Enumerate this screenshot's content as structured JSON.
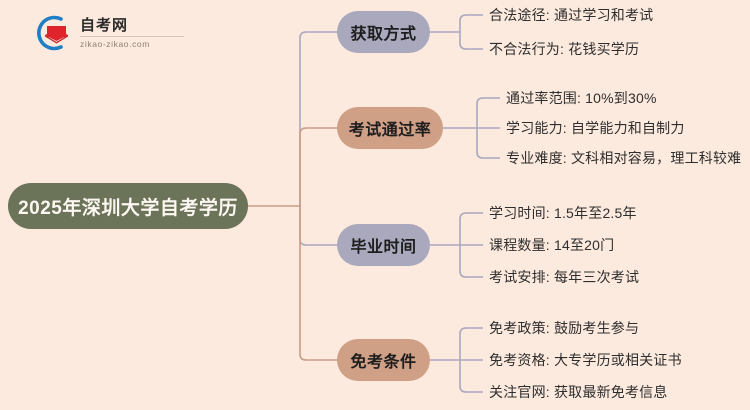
{
  "background_color": "#fdeade",
  "logo": {
    "name_cn": "自考网",
    "url": "zikao-zikao.com",
    "mark_arc_color": "#1f7ec4",
    "mark_cap_color": "#e0242b"
  },
  "mindmap": {
    "root": {
      "label": "2025年深圳大学自考学历",
      "color": "#6b7359",
      "text_color": "#fdf7f1"
    },
    "trunk_color": "#c99d83",
    "branches": [
      {
        "label": "获取方式",
        "color": "#a9a8bd",
        "link_color": "#a9a8bd",
        "leaf_link_color": "#a9a8bd",
        "leaves": [
          "合法途径: 通过学习和考试",
          "不合法行为: 花钱买学历"
        ]
      },
      {
        "label": "考试通过率",
        "color": "#cf9f86",
        "link_color": "#c99d83",
        "leaf_link_color": "#a9a8bd",
        "leaves": [
          "通过率范围: 10%到30%",
          "学习能力: 自学能力和自制力",
          "专业难度: 文科相对容易，理工科较难"
        ]
      },
      {
        "label": "毕业时间",
        "color": "#a9a8bd",
        "link_color": "#a9a8bd",
        "leaf_link_color": "#a9a8bd",
        "leaves": [
          "学习时间: 1.5年至2.5年",
          "课程数量: 14至20门",
          "考试安排: 每年三次考试"
        ]
      },
      {
        "label": "免考条件",
        "color": "#cf9f86",
        "link_color": "#c99d83",
        "leaf_link_color": "#a9a8bd",
        "leaves": [
          "免考政策: 鼓励考生参与",
          "免考资格: 大专学历或相关证书",
          "关注官网: 获取最新免考信息"
        ]
      }
    ]
  }
}
